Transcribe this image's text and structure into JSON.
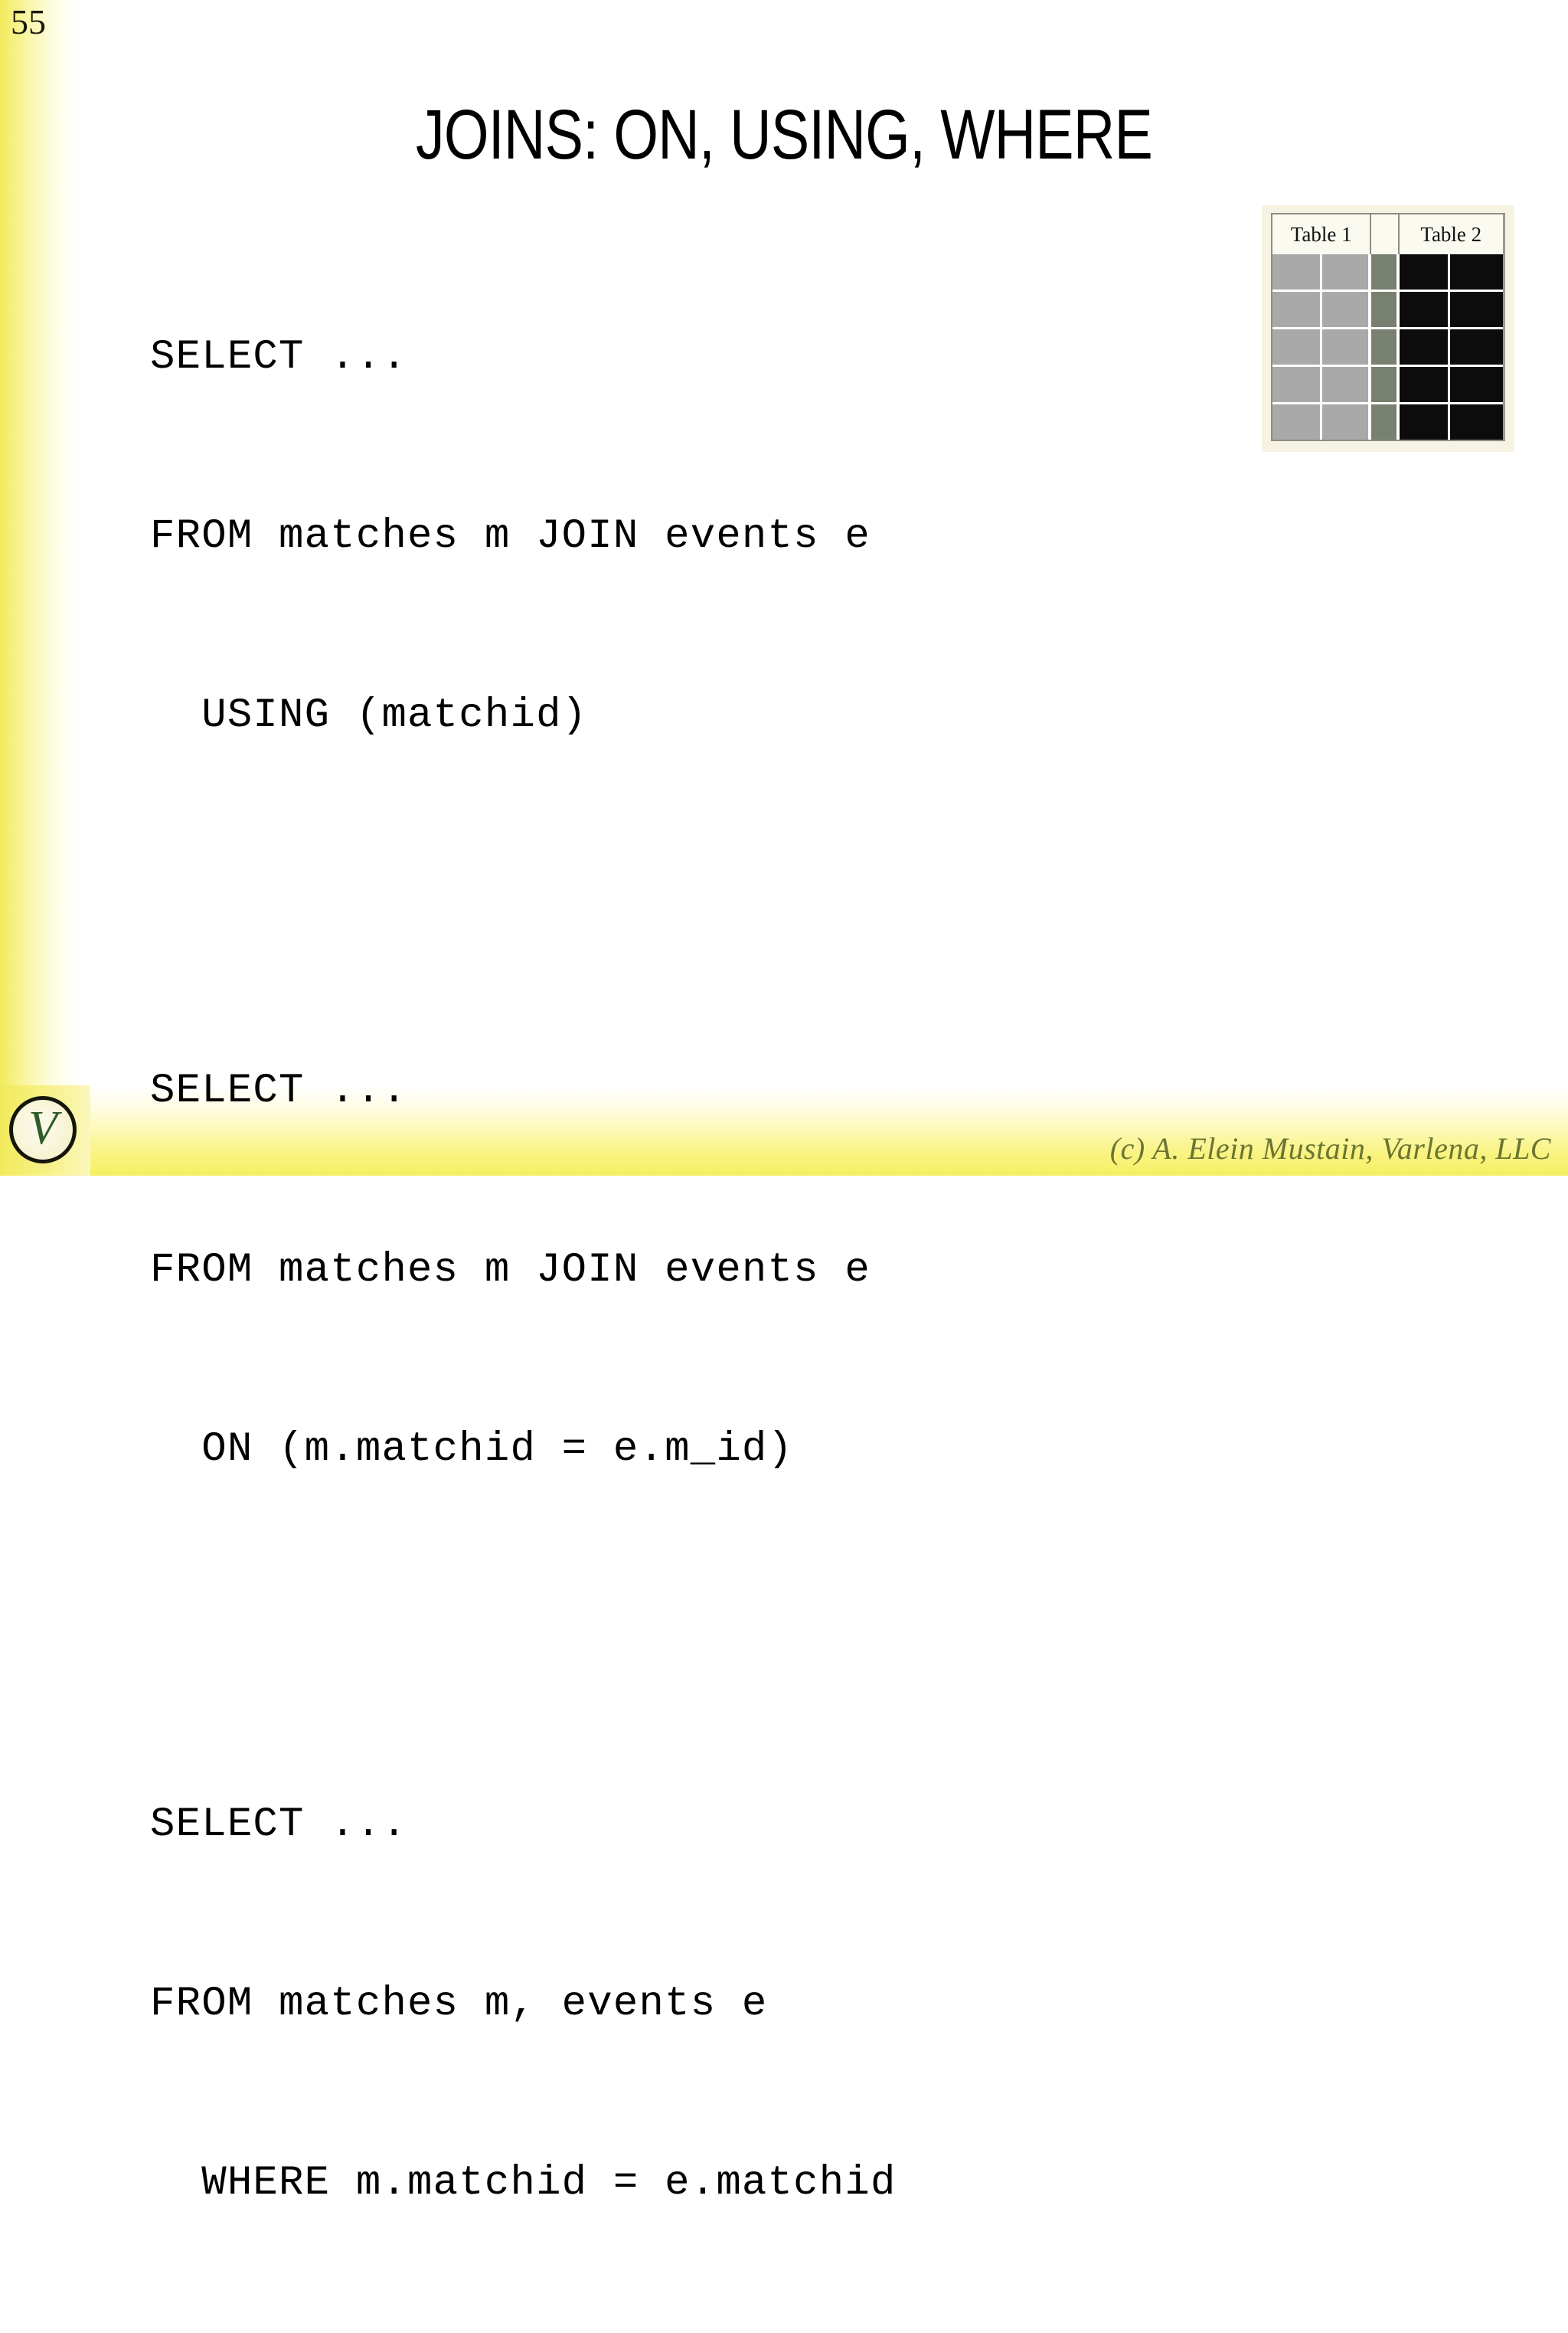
{
  "slide": {
    "page_number": "55",
    "title": "JOINS: ON, USING, WHERE",
    "background_color": "#ffffff",
    "accent_color": "#f2ea5c"
  },
  "code_blocks": [
    {
      "id": "using-example",
      "lines": [
        "SELECT ...",
        "FROM matches m JOIN events e",
        "  USING (matchid)"
      ]
    },
    {
      "id": "on-example",
      "lines": [
        "SELECT ...",
        "FROM matches m JOIN events e",
        "  ON (m.matchid = e.m_id)"
      ]
    },
    {
      "id": "where-example",
      "lines": [
        "SELECT ...",
        "FROM matches m, events e",
        "  WHERE m.matchid = e.matchid"
      ]
    }
  ],
  "figure": {
    "name": "join-tables-diagram",
    "headers": [
      "Table 1",
      "Table 2"
    ],
    "row_count": 5,
    "columns": [
      {
        "name": "t1-col-1",
        "shade": "light",
        "color": "#a9a9a9"
      },
      {
        "name": "t1-col-2",
        "shade": "light",
        "color": "#a9a9a9"
      },
      {
        "name": "join-key-col",
        "shade": "join",
        "color": "#78806f"
      },
      {
        "name": "t2-col-1",
        "shade": "dark",
        "color": "#0c0c0c"
      },
      {
        "name": "t2-col-2",
        "shade": "dark",
        "color": "#0c0c0c"
      }
    ],
    "background_color": "#f6f3e2"
  },
  "logo": {
    "letter": "V",
    "color": "#2f5c2a"
  },
  "footer": {
    "copyright": "(c) A. Elein Mustain, Varlena, LLC"
  }
}
